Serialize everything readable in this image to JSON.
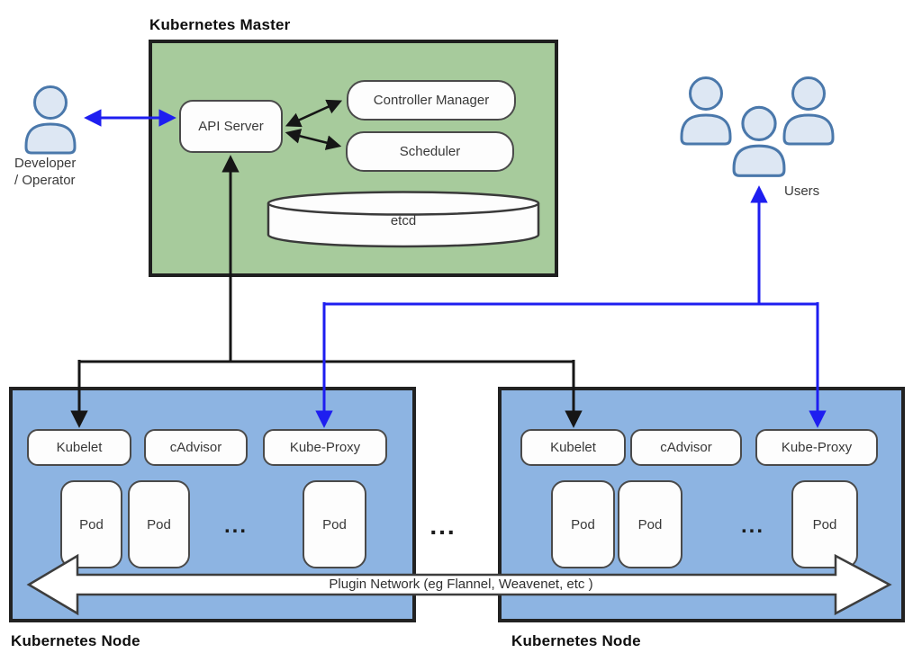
{
  "master": {
    "title": "Kubernetes Master",
    "api_server": "API Server",
    "controller_manager": "Controller Manager",
    "scheduler": "Scheduler",
    "etcd": "etcd"
  },
  "actors": {
    "developer_line1": "Developer",
    "developer_line2": "/ Operator",
    "users_label": "Users"
  },
  "nodes": [
    {
      "title": "Kubernetes Node",
      "kubelet": "Kubelet",
      "cadvisor": "cAdvisor",
      "kube_proxy": "Kube-Proxy",
      "pods": [
        "Pod",
        "Pod",
        "Pod"
      ],
      "pods_ellipsis": "..."
    },
    {
      "title": "Kubernetes Node",
      "kubelet": "Kubelet",
      "cadvisor": "cAdvisor",
      "kube_proxy": "Kube-Proxy",
      "pods": [
        "Pod",
        "Pod",
        "Pod"
      ],
      "pods_ellipsis": "..."
    }
  ],
  "nodes_ellipsis": "...",
  "plugin_network_label": "Plugin Network (eg Flannel, Weavenet, etc )",
  "colors": {
    "master_fill": "#a7cb9c",
    "node_fill": "#8db4e2",
    "arrow_black": "#161616",
    "arrow_blue": "#1e1ef0",
    "person_fill": "#dde7f3",
    "person_stroke": "#4a78ab",
    "box_border": "#4a4a4a"
  }
}
